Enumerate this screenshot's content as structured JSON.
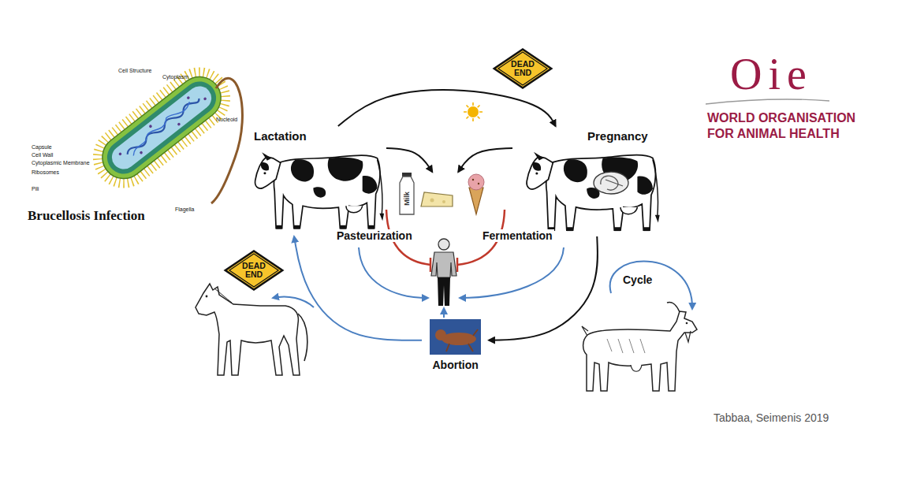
{
  "diagram": {
    "nodes": [
      {
        "text": [
          "DEAD END"
        ]
      },
      {
        "text": [
          "Lactation"
        ]
      },
      {
        "text": [
          "Pregnancy"
        ]
      },
      {
        "text": [
          "Milk"
        ]
      },
      {
        "text": [
          "DEAD END"
        ]
      },
      {
        "text": [
          "Abortion"
        ]
      }
    ],
    "edges": [
      {
        "from": 1,
        "to": 2,
        "arrow": "to"
      },
      {
        "from": 1,
        "to": 3,
        "arrow": "to"
      },
      {
        "from": 2,
        "to": 3,
        "arrow": "to"
      },
      {
        "from": 2,
        "to": 5,
        "arrow": "to"
      },
      {
        "from": 5,
        "to": 1,
        "arrow": "to"
      }
    ],
    "labels": [
      "Cell Structure",
      "Cytoplasm",
      "Nucleoid",
      "Capsule",
      "Cell Wall",
      "Cytoplasmic Membrane",
      "Ribosomes",
      "Pili",
      "Flagella",
      "Brucellosis Infection",
      "Oie",
      "WORLD ORGANISATION FOR ANIMAL HEALTH",
      "Pasteurization",
      "Fermentation",
      "Cycle",
      "Tabbaa, Seimenis 2019"
    ]
  }
}
